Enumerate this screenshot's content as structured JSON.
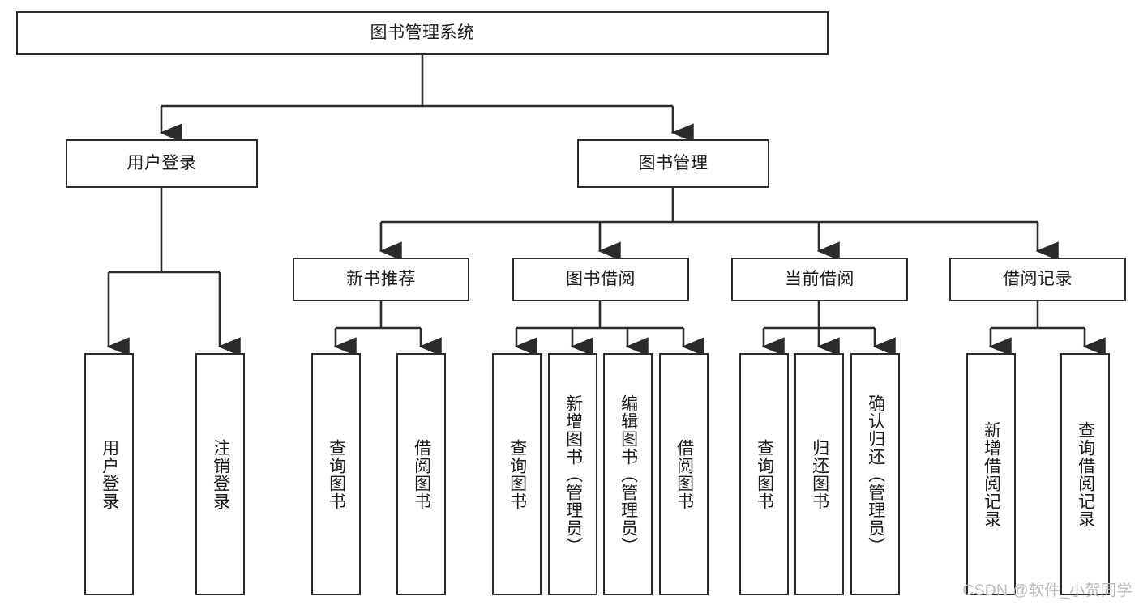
{
  "diagram": {
    "type": "hierarchy-tree",
    "title": "图书管理系统",
    "orientation": "top-down",
    "levels": 4,
    "nodes": {
      "root": {
        "label": "图书管理系统"
      },
      "level2": [
        {
          "id": "user-login",
          "label": "用户登录"
        },
        {
          "id": "book-management",
          "label": "图书管理"
        }
      ],
      "level3": [
        {
          "id": "new-book-recommend",
          "label": "新书推荐",
          "parent": "book-management"
        },
        {
          "id": "book-borrow",
          "label": "图书借阅",
          "parent": "book-management"
        },
        {
          "id": "current-borrow",
          "label": "当前借阅",
          "parent": "book-management"
        },
        {
          "id": "borrow-record",
          "label": "借阅记录",
          "parent": "book-management"
        }
      ],
      "leaves": {
        "user-login": [
          {
            "id": "leaf-user-login",
            "label": "用户登录"
          },
          {
            "id": "leaf-user-logout",
            "label": "注销登录"
          }
        ],
        "new-book-recommend": [
          {
            "id": "leaf-query-book-1",
            "label": "查询图书"
          },
          {
            "id": "leaf-borrow-book-1",
            "label": "借阅图书"
          }
        ],
        "book-borrow": [
          {
            "id": "leaf-query-book-2",
            "label": "查询图书"
          },
          {
            "id": "leaf-add-book",
            "label": "新增图书（管理员）"
          },
          {
            "id": "leaf-edit-book",
            "label": "编辑图书（管理员）"
          },
          {
            "id": "leaf-borrow-book-2",
            "label": "借阅图书"
          }
        ],
        "current-borrow": [
          {
            "id": "leaf-query-book-3",
            "label": "查询图书"
          },
          {
            "id": "leaf-return-book",
            "label": "归还图书"
          },
          {
            "id": "leaf-confirm-return",
            "label": "确认归还（管理员）"
          }
        ],
        "borrow-record": [
          {
            "id": "leaf-add-record",
            "label": "新增借阅记录"
          },
          {
            "id": "leaf-query-record",
            "label": "查询借阅记录"
          }
        ]
      }
    },
    "colors": {
      "background": "#ffffff",
      "box_border": "#2b2b2b",
      "box_fill": "#ffffff",
      "text": "#1a1a1a",
      "connector": "#2b2b2b",
      "watermark": "#b9b9b9"
    }
  },
  "watermark": {
    "text": "CSDN @软件_小贺同学"
  }
}
